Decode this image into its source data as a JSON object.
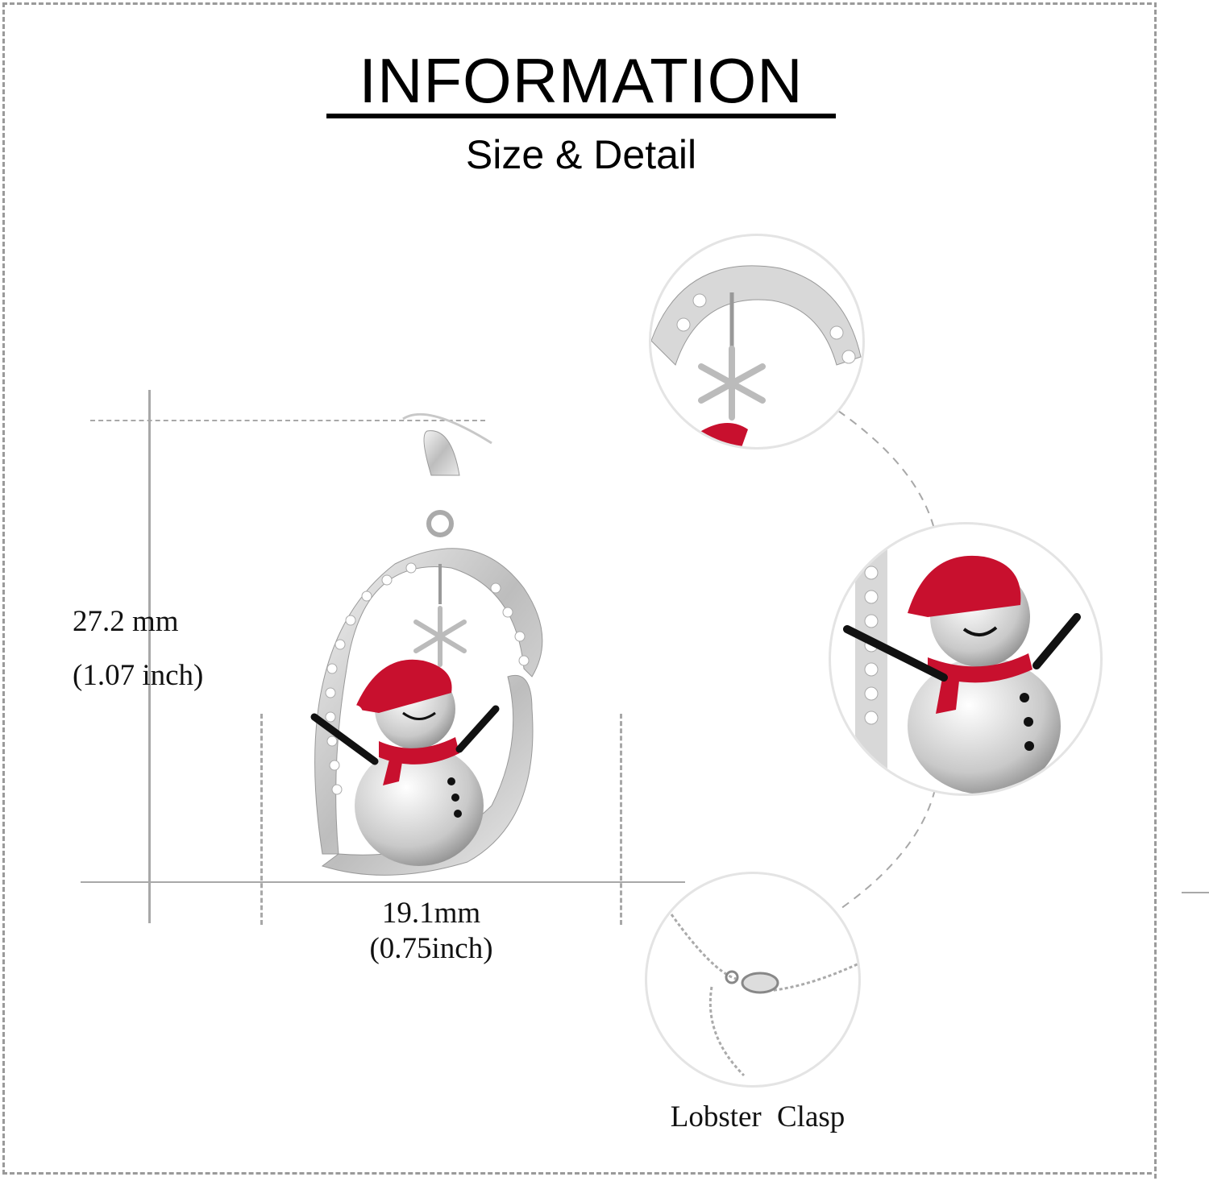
{
  "header": {
    "title": "INFORMATION",
    "subtitle": "Size & Detail"
  },
  "dimensions": {
    "height_mm": "27.2 mm",
    "height_inch": "(1.07 inch)",
    "width_mm": "19.1mm",
    "width_inch": "(0.75inch)"
  },
  "detail_callouts": [
    {
      "name": "snowflake-charm-closeup",
      "label": ""
    },
    {
      "name": "snowman-closeup",
      "label": ""
    },
    {
      "name": "clasp-closeup",
      "label": "Lobster  Clasp"
    }
  ],
  "colors": {
    "text": "#000000",
    "guide_lines": "#a8a8a8",
    "enamel_red": "#c8102e",
    "silver": "#d9d9d9"
  }
}
